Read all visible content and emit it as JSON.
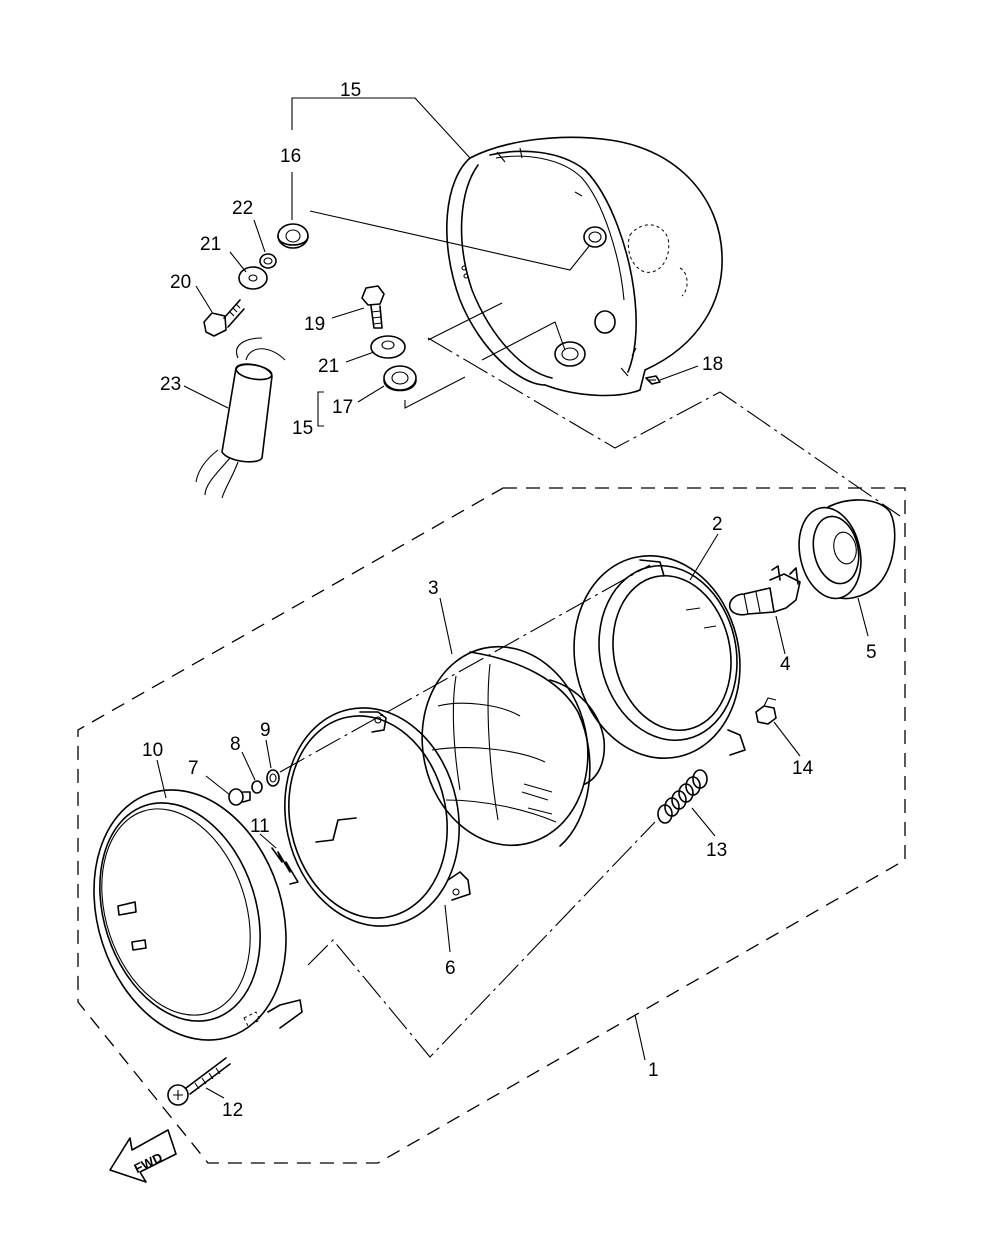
{
  "diagram": {
    "callouts": [
      {
        "id": "c1",
        "text": "1"
      },
      {
        "id": "c2",
        "text": "2"
      },
      {
        "id": "c3",
        "text": "3"
      },
      {
        "id": "c4",
        "text": "4"
      },
      {
        "id": "c5",
        "text": "5"
      },
      {
        "id": "c6",
        "text": "6"
      },
      {
        "id": "c7",
        "text": "7"
      },
      {
        "id": "c8",
        "text": "8"
      },
      {
        "id": "c9",
        "text": "9"
      },
      {
        "id": "c10",
        "text": "10"
      },
      {
        "id": "c11",
        "text": "11"
      },
      {
        "id": "c12",
        "text": "12"
      },
      {
        "id": "c13",
        "text": "13"
      },
      {
        "id": "c14",
        "text": "14"
      },
      {
        "id": "c15a",
        "text": "15"
      },
      {
        "id": "c15b",
        "text": "15"
      },
      {
        "id": "c16",
        "text": "16"
      },
      {
        "id": "c17",
        "text": "17"
      },
      {
        "id": "c18",
        "text": "18"
      },
      {
        "id": "c19",
        "text": "19"
      },
      {
        "id": "c20",
        "text": "20"
      },
      {
        "id": "c21a",
        "text": "21"
      },
      {
        "id": "c21b",
        "text": "21"
      },
      {
        "id": "c22",
        "text": "22"
      },
      {
        "id": "c23",
        "text": "23"
      }
    ],
    "direction_arrow": {
      "text": "FWD",
      "icon": "fwd-arrow-icon"
    }
  }
}
